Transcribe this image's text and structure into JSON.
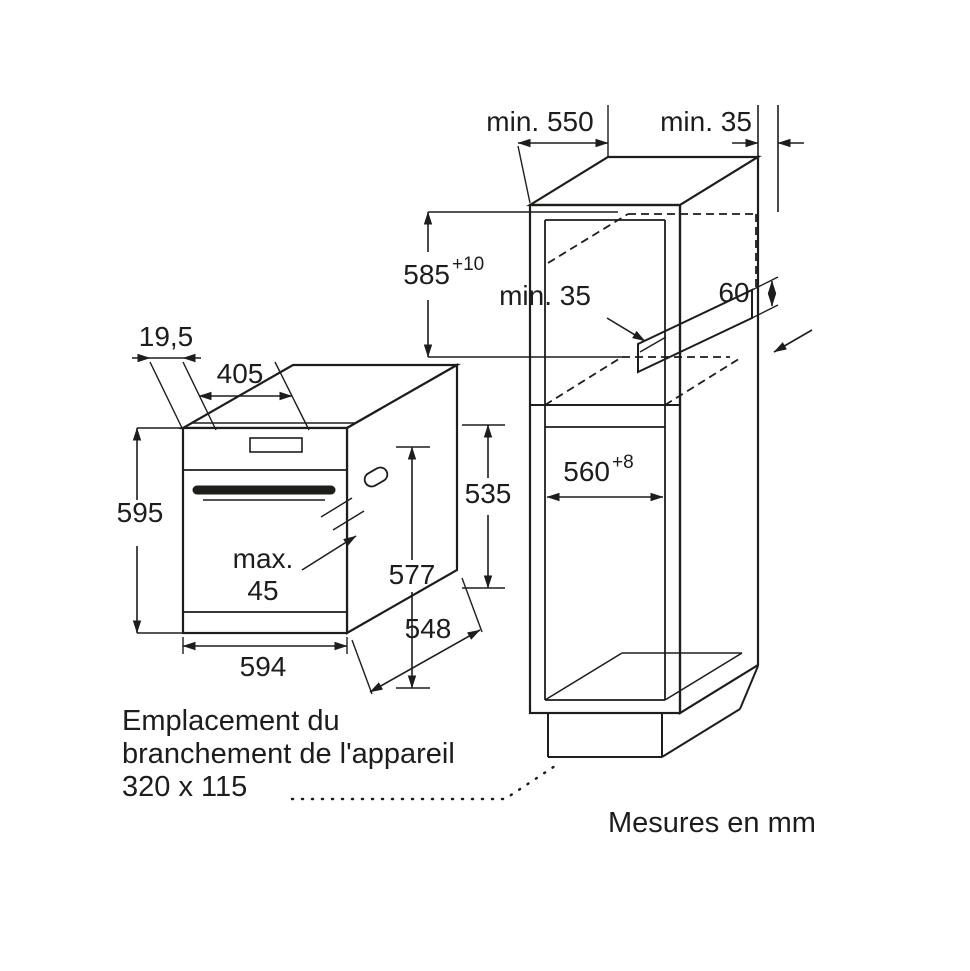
{
  "diagram": {
    "units_note": "Mesures en mm",
    "connection_note": {
      "line1": "Emplacement du",
      "line2": "branchement de l'appareil",
      "line3": "320 x 115"
    },
    "oven": {
      "front_lip": "19,5",
      "top_depth": "405",
      "height": "595",
      "handle_label": "max.",
      "handle_value": "45",
      "total_depth": "577",
      "body_height_rear": "535",
      "width": "594",
      "body_depth": "548"
    },
    "niche": {
      "min_depth": "min. 550",
      "top_rear_gap": "min. 35",
      "height": "585",
      "height_tol": "+10",
      "mid_rear_gap": "min. 35",
      "vent": "60",
      "width": "560",
      "width_tol": "+8"
    }
  }
}
